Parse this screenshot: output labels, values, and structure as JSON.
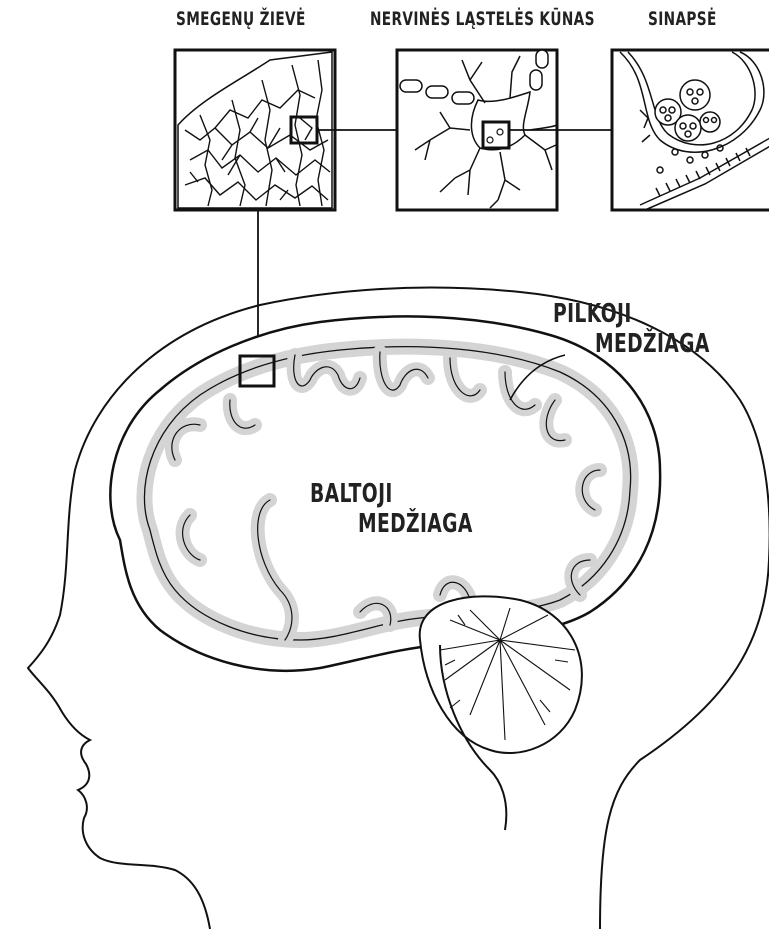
{
  "labels": {
    "cortex": "SMEGENŲ ŽIEVĖ",
    "neuron": "NERVINĖS LĄSTELĖS KŪNAS",
    "synapse": "SINAPSĖ",
    "gray_matter": [
      "PILKOJI",
      "MEDŽIAGA"
    ],
    "white_matter": [
      "BALTOJI",
      "MEDŽIAGA"
    ]
  },
  "colors": {
    "ink": "#111111",
    "gray_matter_fill": "#d4d4d4",
    "background": "#ffffff"
  }
}
